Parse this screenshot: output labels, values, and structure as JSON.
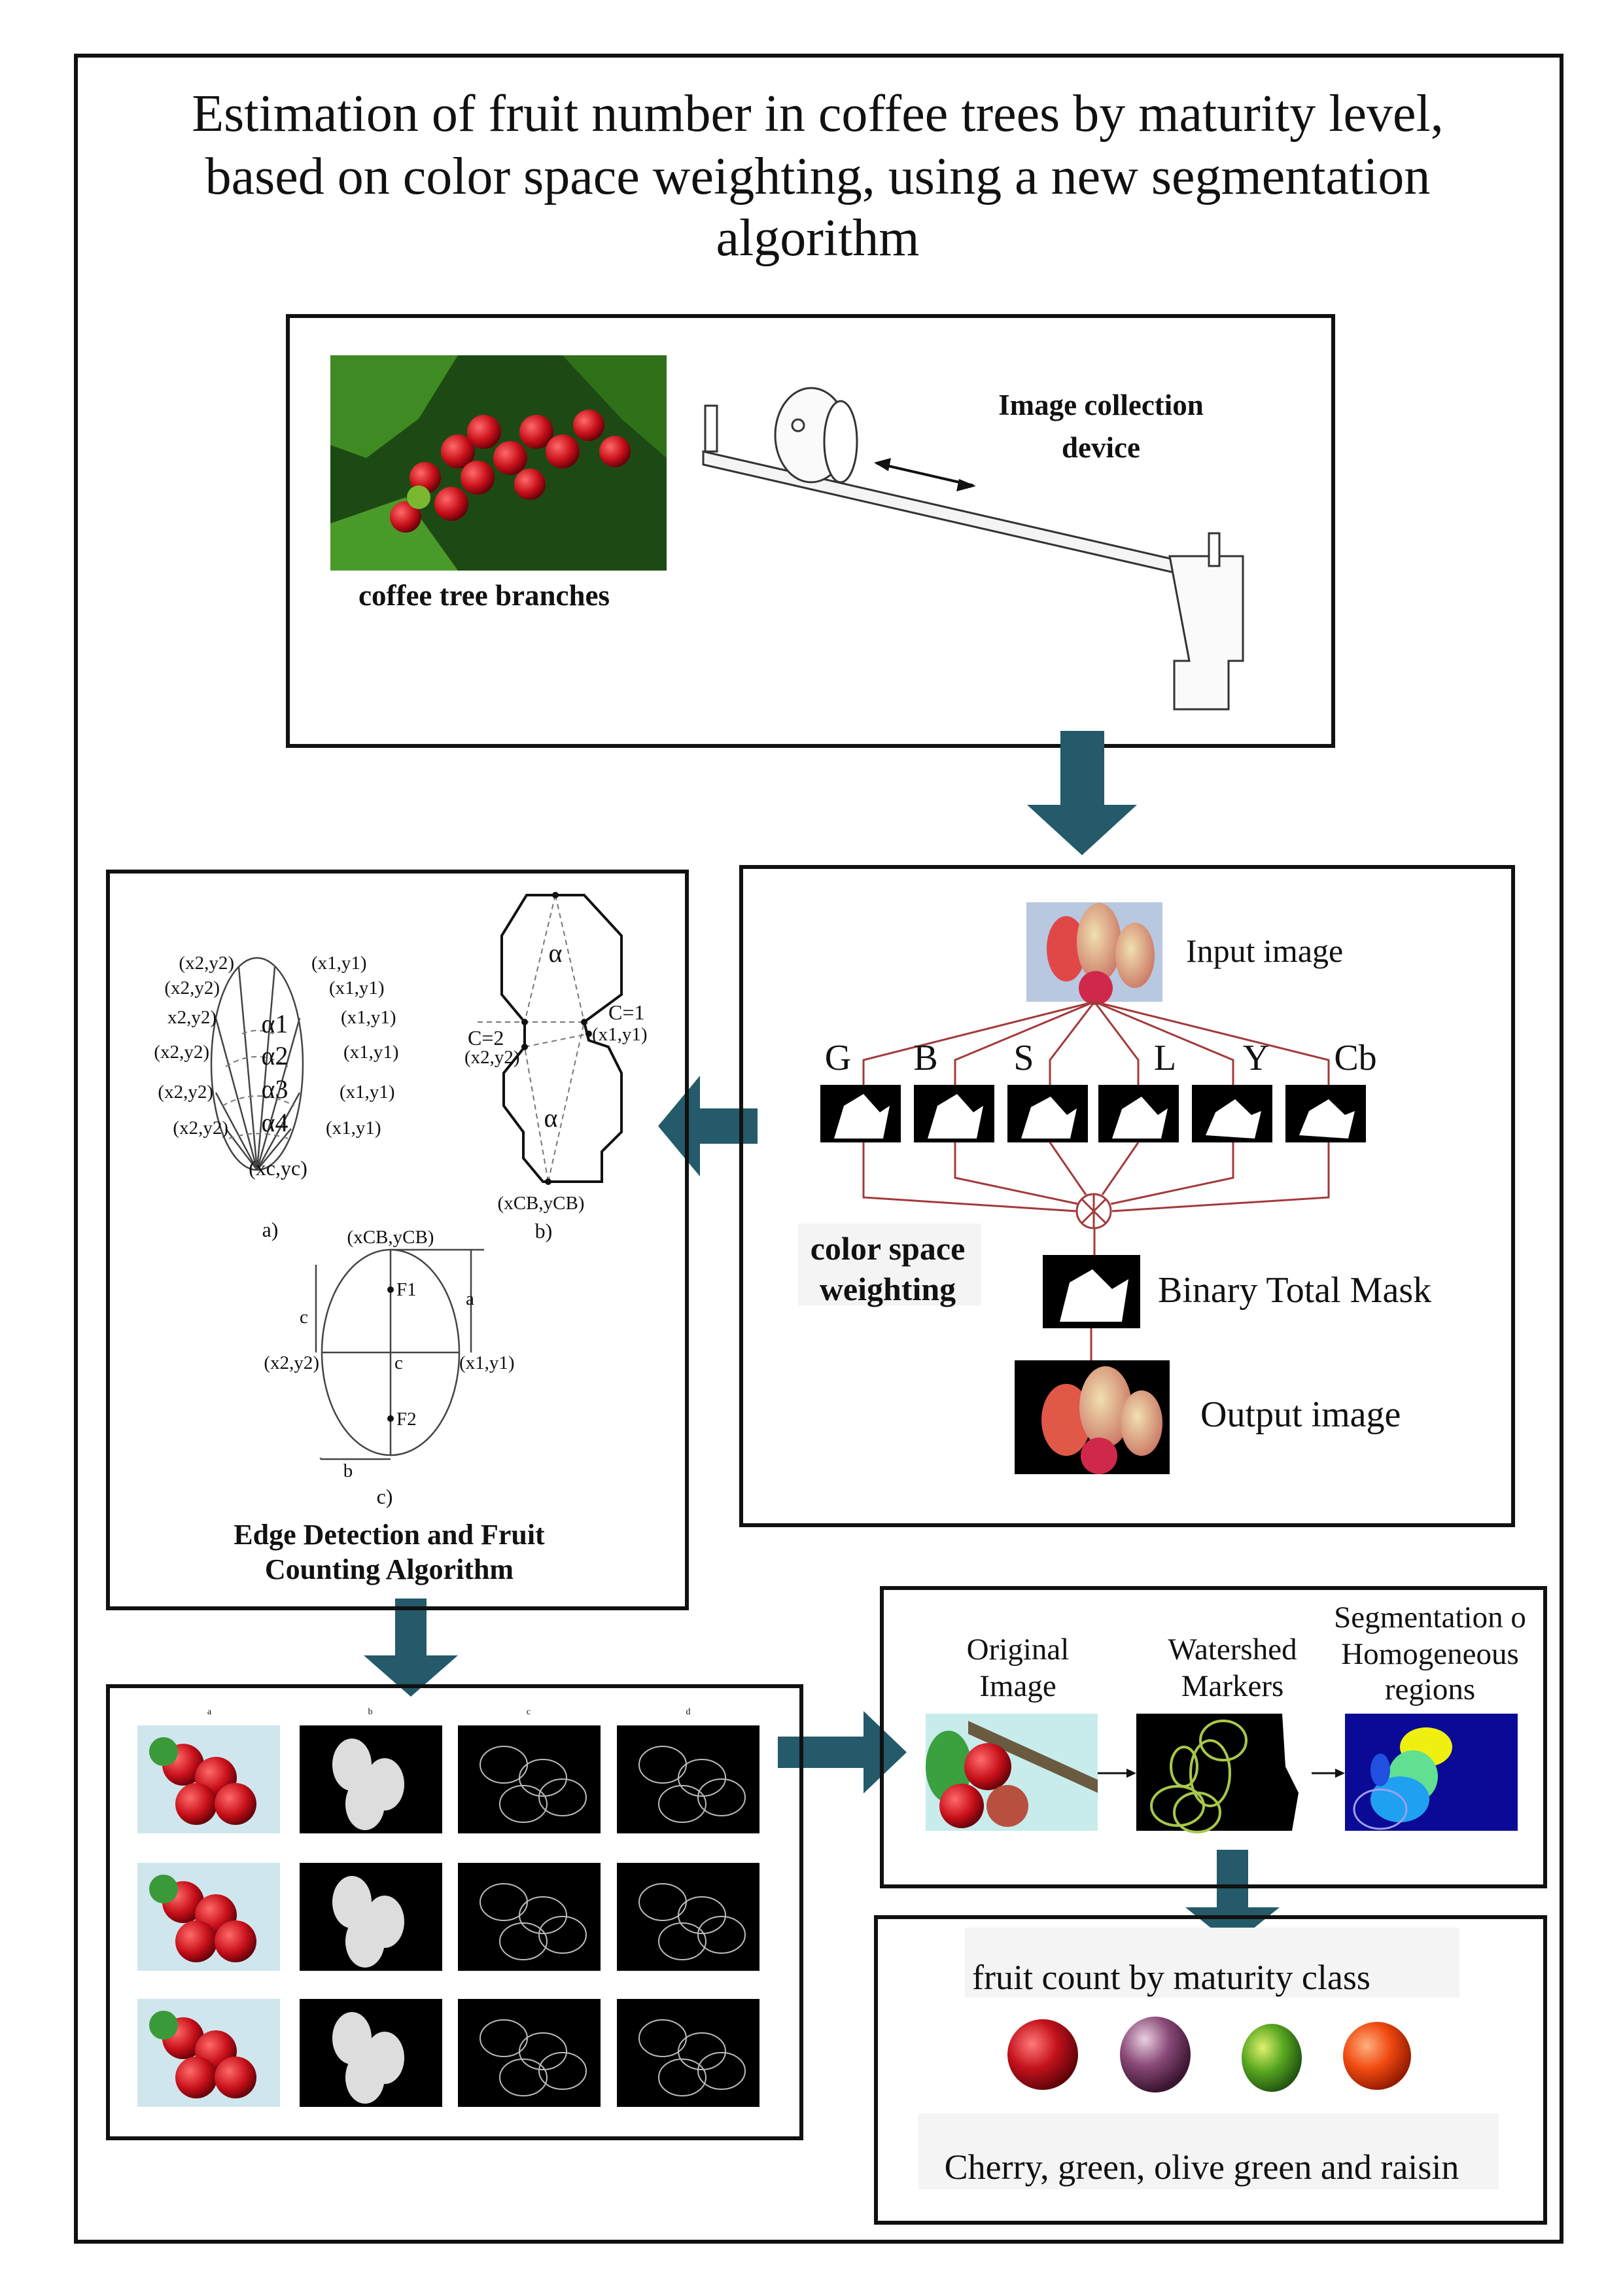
{
  "title": {
    "lines": [
      "Estimation of fruit number in coffee trees by maturity level,",
      "based on color space weighting, using a new segmentation",
      "algorithm"
    ]
  },
  "acquisition": {
    "photo_caption": "coffee tree branches",
    "device_label_lines": [
      "Image collection",
      "device"
    ]
  },
  "edge_detection": {
    "diagram_a": {
      "left_points": [
        "(x2,y2)",
        "(x2,y2)",
        "x2,y2)",
        "(x2,y2)",
        "(x2,y2)",
        "(x2,y2)"
      ],
      "right_points": [
        "(x1,y1)",
        "(x1,y1)",
        "(x1,y1)",
        "(x1,y1)",
        "(x1,y1)",
        "(x1,y1)"
      ],
      "angles": [
        "α1",
        "α2",
        "α3",
        "α4"
      ],
      "center": "(xc,yc)",
      "caption": "a)"
    },
    "diagram_b": {
      "angle": "α",
      "c1": "C=1",
      "p1": "(x1,y1)",
      "c2": "C=2",
      "p2": "(x2,y2)",
      "center": "(xCB,yCB)",
      "caption": "b)"
    },
    "diagram_c": {
      "top": "(xCB,yCB)",
      "f1": "F1",
      "f2": "F2",
      "a": "a",
      "c_left": "c",
      "c_center": "c",
      "p2": "(x2,y2)",
      "p1": "(x1,y1)",
      "b": "b",
      "caption": "c)"
    },
    "title_lines": [
      "Edge Detection and Fruit",
      "Counting Algorithm"
    ]
  },
  "weighting": {
    "input_label": "Input image",
    "channels": [
      "G",
      "B",
      "S",
      "L",
      "Y",
      "Cb"
    ],
    "side_label_lines": [
      "color space",
      "weighting"
    ],
    "mask_label": "Binary Total Mask",
    "output_label": "Output image"
  },
  "results_grid": {
    "column_labels": [
      "a",
      "b",
      "c",
      "d"
    ]
  },
  "segmentation": {
    "labels": [
      {
        "lines": [
          "Original",
          "Image"
        ]
      },
      {
        "lines": [
          "Watershed",
          "Markers"
        ]
      },
      {
        "lines": [
          "Segmentation o",
          "Homogeneous",
          "regions"
        ]
      }
    ]
  },
  "fruit_count": {
    "title": "fruit count by maturity class",
    "classes_caption": "Cherry, green, olive green and raisin"
  },
  "colors": {
    "arrow": "#245a6a",
    "flow_line": "#a33a3a"
  }
}
